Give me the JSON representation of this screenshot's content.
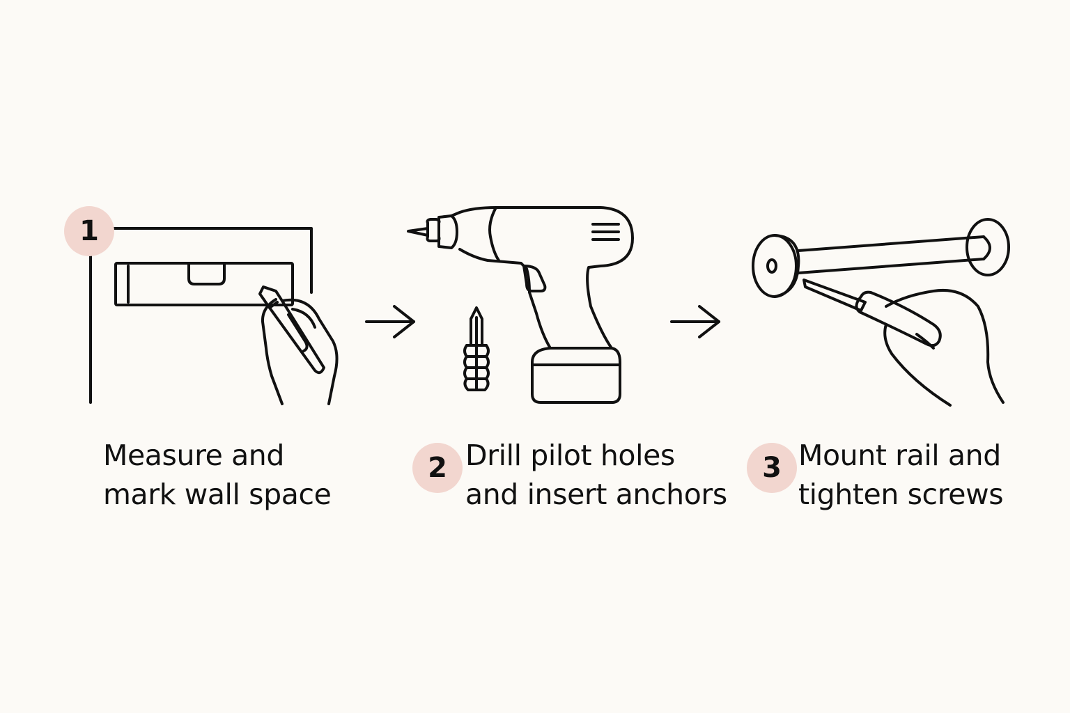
{
  "colors": {
    "background": "#fcfaf6",
    "badge": "#f2d6cf",
    "stroke": "#111111"
  },
  "steps": [
    {
      "number": "1",
      "line1": "Measure and",
      "line2": "mark wall space",
      "icon": "level-and-pencil-icon"
    },
    {
      "number": "2",
      "line1": "Drill pilot holes",
      "line2": "and insert anchors",
      "icon": "cordless-drill-icon"
    },
    {
      "number": "3",
      "line1": "Mount rail and",
      "line2": "tighten screws",
      "icon": "rail-and-screwdriver-icon"
    }
  ],
  "connectors": [
    "arrow-right-icon",
    "arrow-right-icon"
  ]
}
